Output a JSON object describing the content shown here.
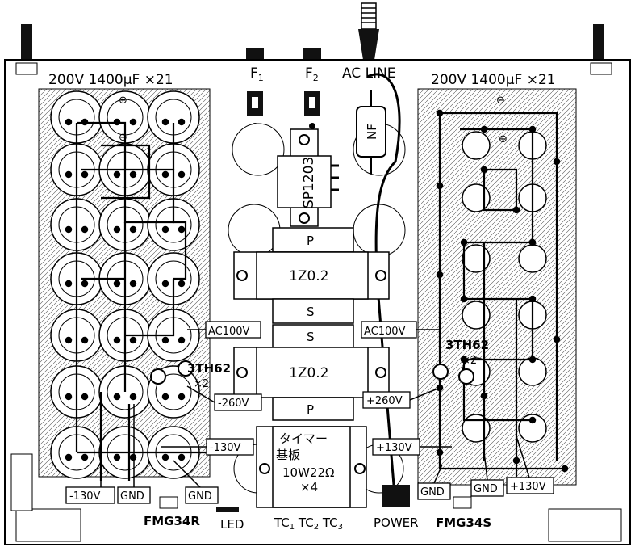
{
  "title_left_caps": "200V 1400μF ×21",
  "title_right_caps": "200V 1400μF ×21",
  "fuse1": "F",
  "fuse1_sub": "1",
  "fuse2": "F",
  "fuse2_sub": "2",
  "ac_line": "AC LINE",
  "nf": "NF",
  "sp": "SP1203",
  "trans_p_top": "P",
  "trans_top": "1Z0.2",
  "trans_s1": "S",
  "trans_s2": "S",
  "trans_bottom": "1Z0.2",
  "trans_p_bottom": "P",
  "ac100v_left": "AC100V",
  "ac100v_right": "AC100V",
  "th_left": "3TH62",
  "th_left_count": "×2",
  "th_right": "3TH62",
  "th_right_count": "×2",
  "v_minus260": "-260V",
  "v_plus260": "+260V",
  "v_minus130_right": "-130V",
  "v_plus130_left": "+130V",
  "v_minus130_bottom": "-130V",
  "gnd1": "GND",
  "gnd2": "GND",
  "gnd3": "GND",
  "gnd4": "GND",
  "v_plus130_bottom": "+130V",
  "timer_line1": "タイマー",
  "timer_line2": "基板",
  "resistor": "10W22Ω",
  "resistor_count": "×4",
  "fmg_left": "FMG34R",
  "fmg_right": "FMG34S",
  "led": "LED",
  "tc1": "TC",
  "tc1_sub": "1",
  "tc2": "TC",
  "tc2_sub": "2",
  "tc3": "TC",
  "tc3_sub": "3",
  "power": "POWER",
  "plus_sign": "⊕",
  "minus_sign": "⊖"
}
